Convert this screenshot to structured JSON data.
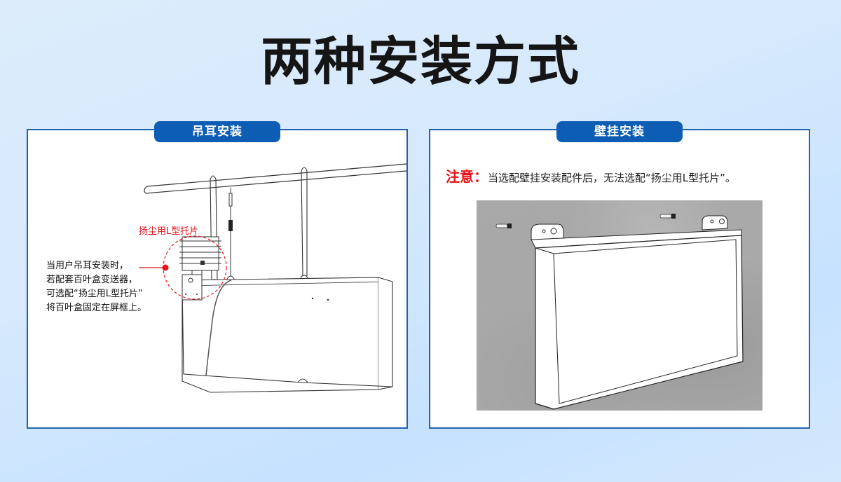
{
  "page": {
    "title": "两种安装方式",
    "colors": {
      "accent_blue": "#0e5db4",
      "panel_border": "#1f63b0",
      "warning_red": "#e8121b",
      "background": "#d6e9fd"
    }
  },
  "left_panel": {
    "header": "吊耳安装",
    "callout_label": "扬尘用L型托片",
    "description_lines": [
      "当用户吊耳安装时，",
      "若配套百叶盒变送器，",
      "可选配“扬尘用L型托片”",
      "将百叶盒固定在屏框上。"
    ],
    "illustration": "hanging-mount-diagram"
  },
  "right_panel": {
    "header": "壁挂安装",
    "note_label": "注意：",
    "note_text": "当选配壁挂安装配件后，无法选配“扬尘用L型托片”。",
    "illustration": "wall-mount-photo"
  }
}
